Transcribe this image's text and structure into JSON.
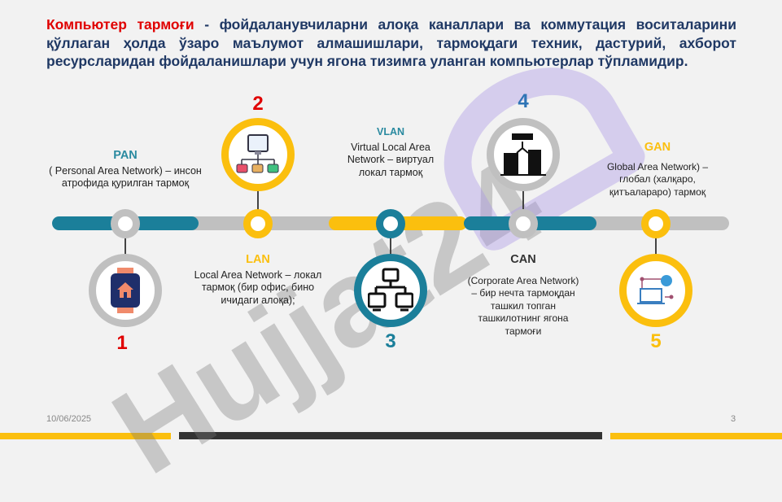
{
  "intro": {
    "highlight": "Компьютер тармоғи",
    "text": " - фойдаланувчиларни алоқа каналлари ва коммутация воситаларини қўллаган ҳолда ўзаро маълумот алмашишлари, тармоқдаги техник, дастурий, ахборот ресурсларидан фойдаланишлари учун ягона тизимга уланган компьютерлар тўпламидир."
  },
  "watermark": "Hujjat24",
  "items": [
    {
      "num": "1",
      "title": "PAN",
      "desc": "( Personal Area Network) – инсон атрофида қурилган тармоқ",
      "icon": "smartwatch-home-icon"
    },
    {
      "num": "2",
      "title": "LAN",
      "desc": "Local Area Network – локал тармоқ (бир офис, бино ичидаги алоқа);",
      "icon": "network-hierarchy-icon"
    },
    {
      "num": "3",
      "title": "VLAN",
      "desc": "Virtual Local Area Network – виртуал локал тармоқ",
      "icon": "computer-network-icon"
    },
    {
      "num": "4",
      "title": "CAN",
      "desc": "(Corporate Area Network) – бир нечта тармоқдан ташкил топган ташкилотнинг ягона тармоғи",
      "icon": "corporate-buildings-icon"
    },
    {
      "num": "5",
      "title": "GAN",
      "desc": "Global Area Network) – глобал (халқаро, қитъалараро) тармоқ",
      "icon": "global-network-icon"
    }
  ],
  "colors": {
    "teal": "#1b7f9a",
    "yellow": "#fbbf0e",
    "gray": "#c0c0c0",
    "red": "#e00000",
    "navy": "#1f3864"
  },
  "footer": {
    "date": "10/06/2025",
    "page": "3"
  }
}
